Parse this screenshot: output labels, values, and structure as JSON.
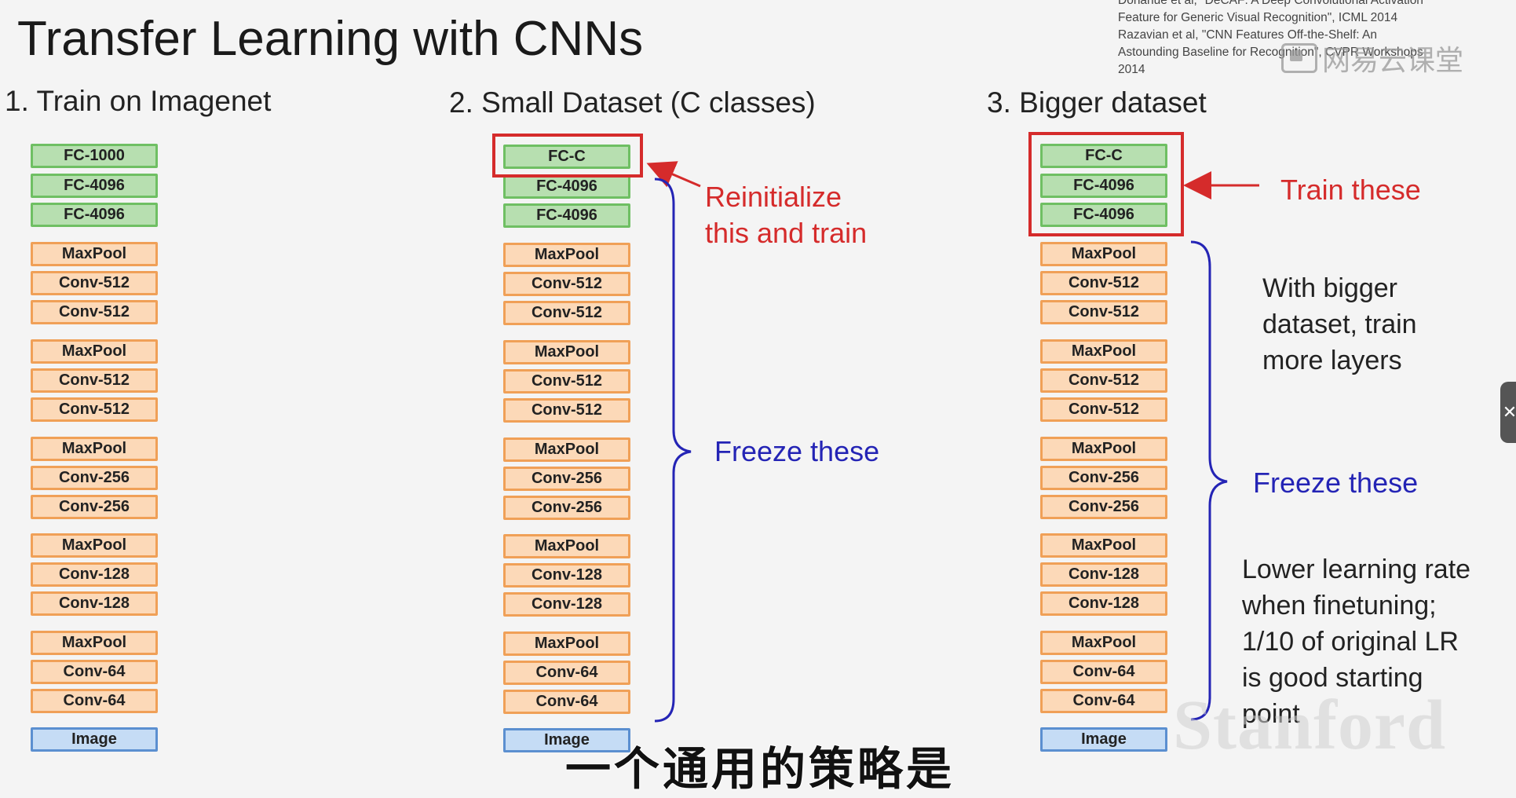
{
  "slide": {
    "title": "Transfer Learning with CNNs",
    "references": [
      "Donahue et al, \"DeCAF: A Deep Convolutional Activation",
      "Feature for Generic Visual Recognition\", ICML 2014",
      "Razavian et al, \"CNN Features Off-the-Shelf: An",
      "Astounding Baseline for Recognition\", CVPR Workshops",
      "2014"
    ],
    "watermark": "网易云课堂",
    "columns": [
      {
        "heading": "1. Train on Imagenet",
        "layers": [
          "FC-1000",
          "FC-4096",
          "FC-4096",
          "MaxPool",
          "Conv-512",
          "Conv-512",
          "MaxPool",
          "Conv-512",
          "Conv-512",
          "MaxPool",
          "Conv-256",
          "Conv-256",
          "MaxPool",
          "Conv-128",
          "Conv-128",
          "MaxPool",
          "Conv-64",
          "Conv-64",
          "Image"
        ]
      },
      {
        "heading": "2. Small Dataset (C classes)",
        "layers": [
          "FC-C",
          "FC-4096",
          "FC-4096",
          "MaxPool",
          "Conv-512",
          "Conv-512",
          "MaxPool",
          "Conv-512",
          "Conv-512",
          "MaxPool",
          "Conv-256",
          "Conv-256",
          "MaxPool",
          "Conv-128",
          "Conv-128",
          "MaxPool",
          "Conv-64",
          "Conv-64",
          "Image"
        ],
        "annotations": {
          "reinit_line1": "Reinitialize",
          "reinit_line2": "this and train",
          "freeze": "Freeze these"
        }
      },
      {
        "heading": "3. Bigger dataset",
        "layers": [
          "FC-C",
          "FC-4096",
          "FC-4096",
          "MaxPool",
          "Conv-512",
          "Conv-512",
          "MaxPool",
          "Conv-512",
          "Conv-512",
          "MaxPool",
          "Conv-256",
          "Conv-256",
          "MaxPool",
          "Conv-128",
          "Conv-128",
          "MaxPool",
          "Conv-64",
          "Conv-64",
          "Image"
        ],
        "annotations": {
          "train": "Train these",
          "bigger_line1": "With bigger",
          "bigger_line2": "dataset, train",
          "bigger_line3": "more layers",
          "freeze": "Freeze these",
          "lr_line1": "Lower learning rate",
          "lr_line2": "when finetuning;",
          "lr_line3": "1/10 of original LR",
          "lr_line4": "is good starting",
          "lr_line5": "point"
        }
      }
    ],
    "stanford_watermark": "Stanford",
    "subtitle": "一个通用的策略是"
  },
  "colors": {
    "fc_fill": "#b7dfb0",
    "conv_fill": "#fcd9b8",
    "image_fill": "#c5dcf5",
    "annotation_red": "#d52b2b",
    "annotation_blue": "#2424b5"
  }
}
